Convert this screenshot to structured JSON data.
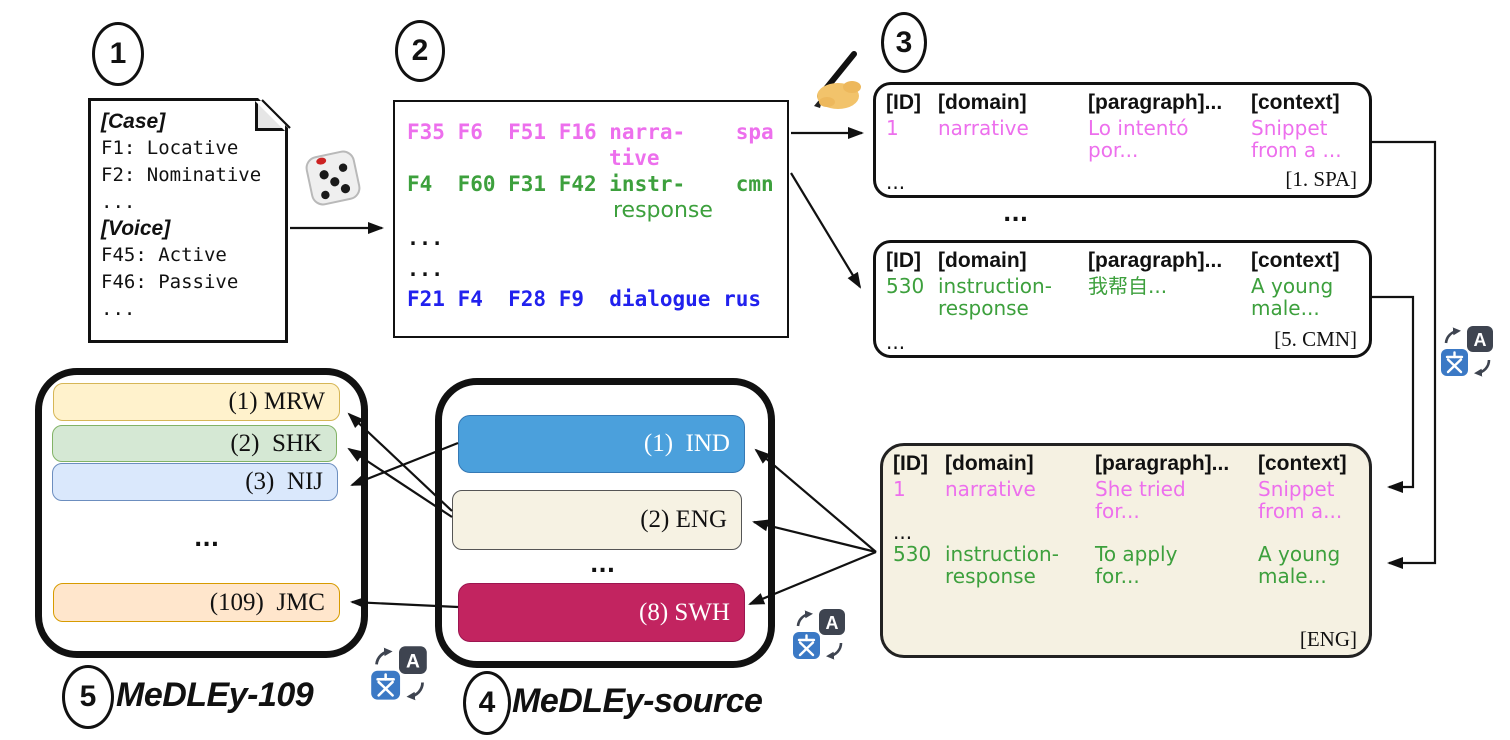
{
  "labels": {
    "step1": "1",
    "step2": "2",
    "step3": "3",
    "step4": "4",
    "step5": "5",
    "medley109_title": "MeDLEy-109",
    "medley_source_title": "MeDLEy-source"
  },
  "feature_list": {
    "section1": "[Case]",
    "item1": "F1: Locative",
    "item2": "F2: Nominative",
    "dots1": "...",
    "section2": "[Voice]",
    "item3": "F45: Active",
    "item4": "F46: Passive",
    "dots2": "..."
  },
  "sampled_features": {
    "row1_line1": "F35 F6  F51 F16 narra-    spa",
    "row1_line2": "tive",
    "row2_line1": "F4  F60 F31 F42 instr-    cmn",
    "row2_line2": "response",
    "dots1": "...",
    "dots2": "...",
    "row3": "F21 F4  F28 F9  dialogue rus"
  },
  "tables": {
    "headers": [
      "[ID]",
      "[domain]",
      "[paragraph]...",
      "[context]"
    ],
    "spa": {
      "id": "1",
      "domain": "narrative",
      "paragraph": "Lo intentó por...",
      "context": "Snippet from a ...",
      "dots": "...",
      "tag": "[1. SPA]"
    },
    "between_dots": "...",
    "cmn": {
      "id": "530",
      "domain": "instruction-response",
      "paragraph": "我帮自...",
      "context": "A young male...",
      "dots": "...",
      "tag": "[5. CMN]"
    },
    "eng": {
      "row1": {
        "id": "1",
        "domain": "narrative",
        "paragraph": "She tried for...",
        "context": "Snippet from a..."
      },
      "dots": "...",
      "row2": {
        "id": "530",
        "domain": "instruction-response",
        "paragraph": "To apply for...",
        "context": "A young male..."
      },
      "tag": "[ENG]"
    }
  },
  "medley_source": {
    "dots": "...",
    "items": [
      {
        "label": "(1)  IND",
        "fill": "#4ba0dc",
        "text_color": "#ffffff"
      },
      {
        "label": "(2) ENG",
        "fill": "#f6f2e3",
        "text_color": "#111111"
      },
      {
        "label": "(8) SWH",
        "fill": "#c22460",
        "text_color": "#ffffff"
      }
    ]
  },
  "medley109": {
    "dots": "...",
    "items": [
      {
        "label": "(1) MRW",
        "fill": "#fff2cc",
        "border": "#d6b656"
      },
      {
        "label": "(2)  SHK",
        "fill": "#d5e8d4",
        "border": "#82b366"
      },
      {
        "label": "(3)  NIJ",
        "fill": "#dae8fc",
        "border": "#6c8ebf"
      },
      {
        "label": "(109)  JMC",
        "fill": "#ffe6cc",
        "border": "#d79b00"
      }
    ]
  },
  "icons": {
    "dice": "dice-icon",
    "writing_hand": "writing-hand-icon",
    "translate": "translate-icon",
    "translate_a": "A"
  },
  "colors": {
    "pink_text": "#ed6fed",
    "green_text": "#3da03d",
    "blue_text": "#2121ee",
    "eng_table_fill": "#f5f1e2",
    "arrow": "#111111"
  }
}
